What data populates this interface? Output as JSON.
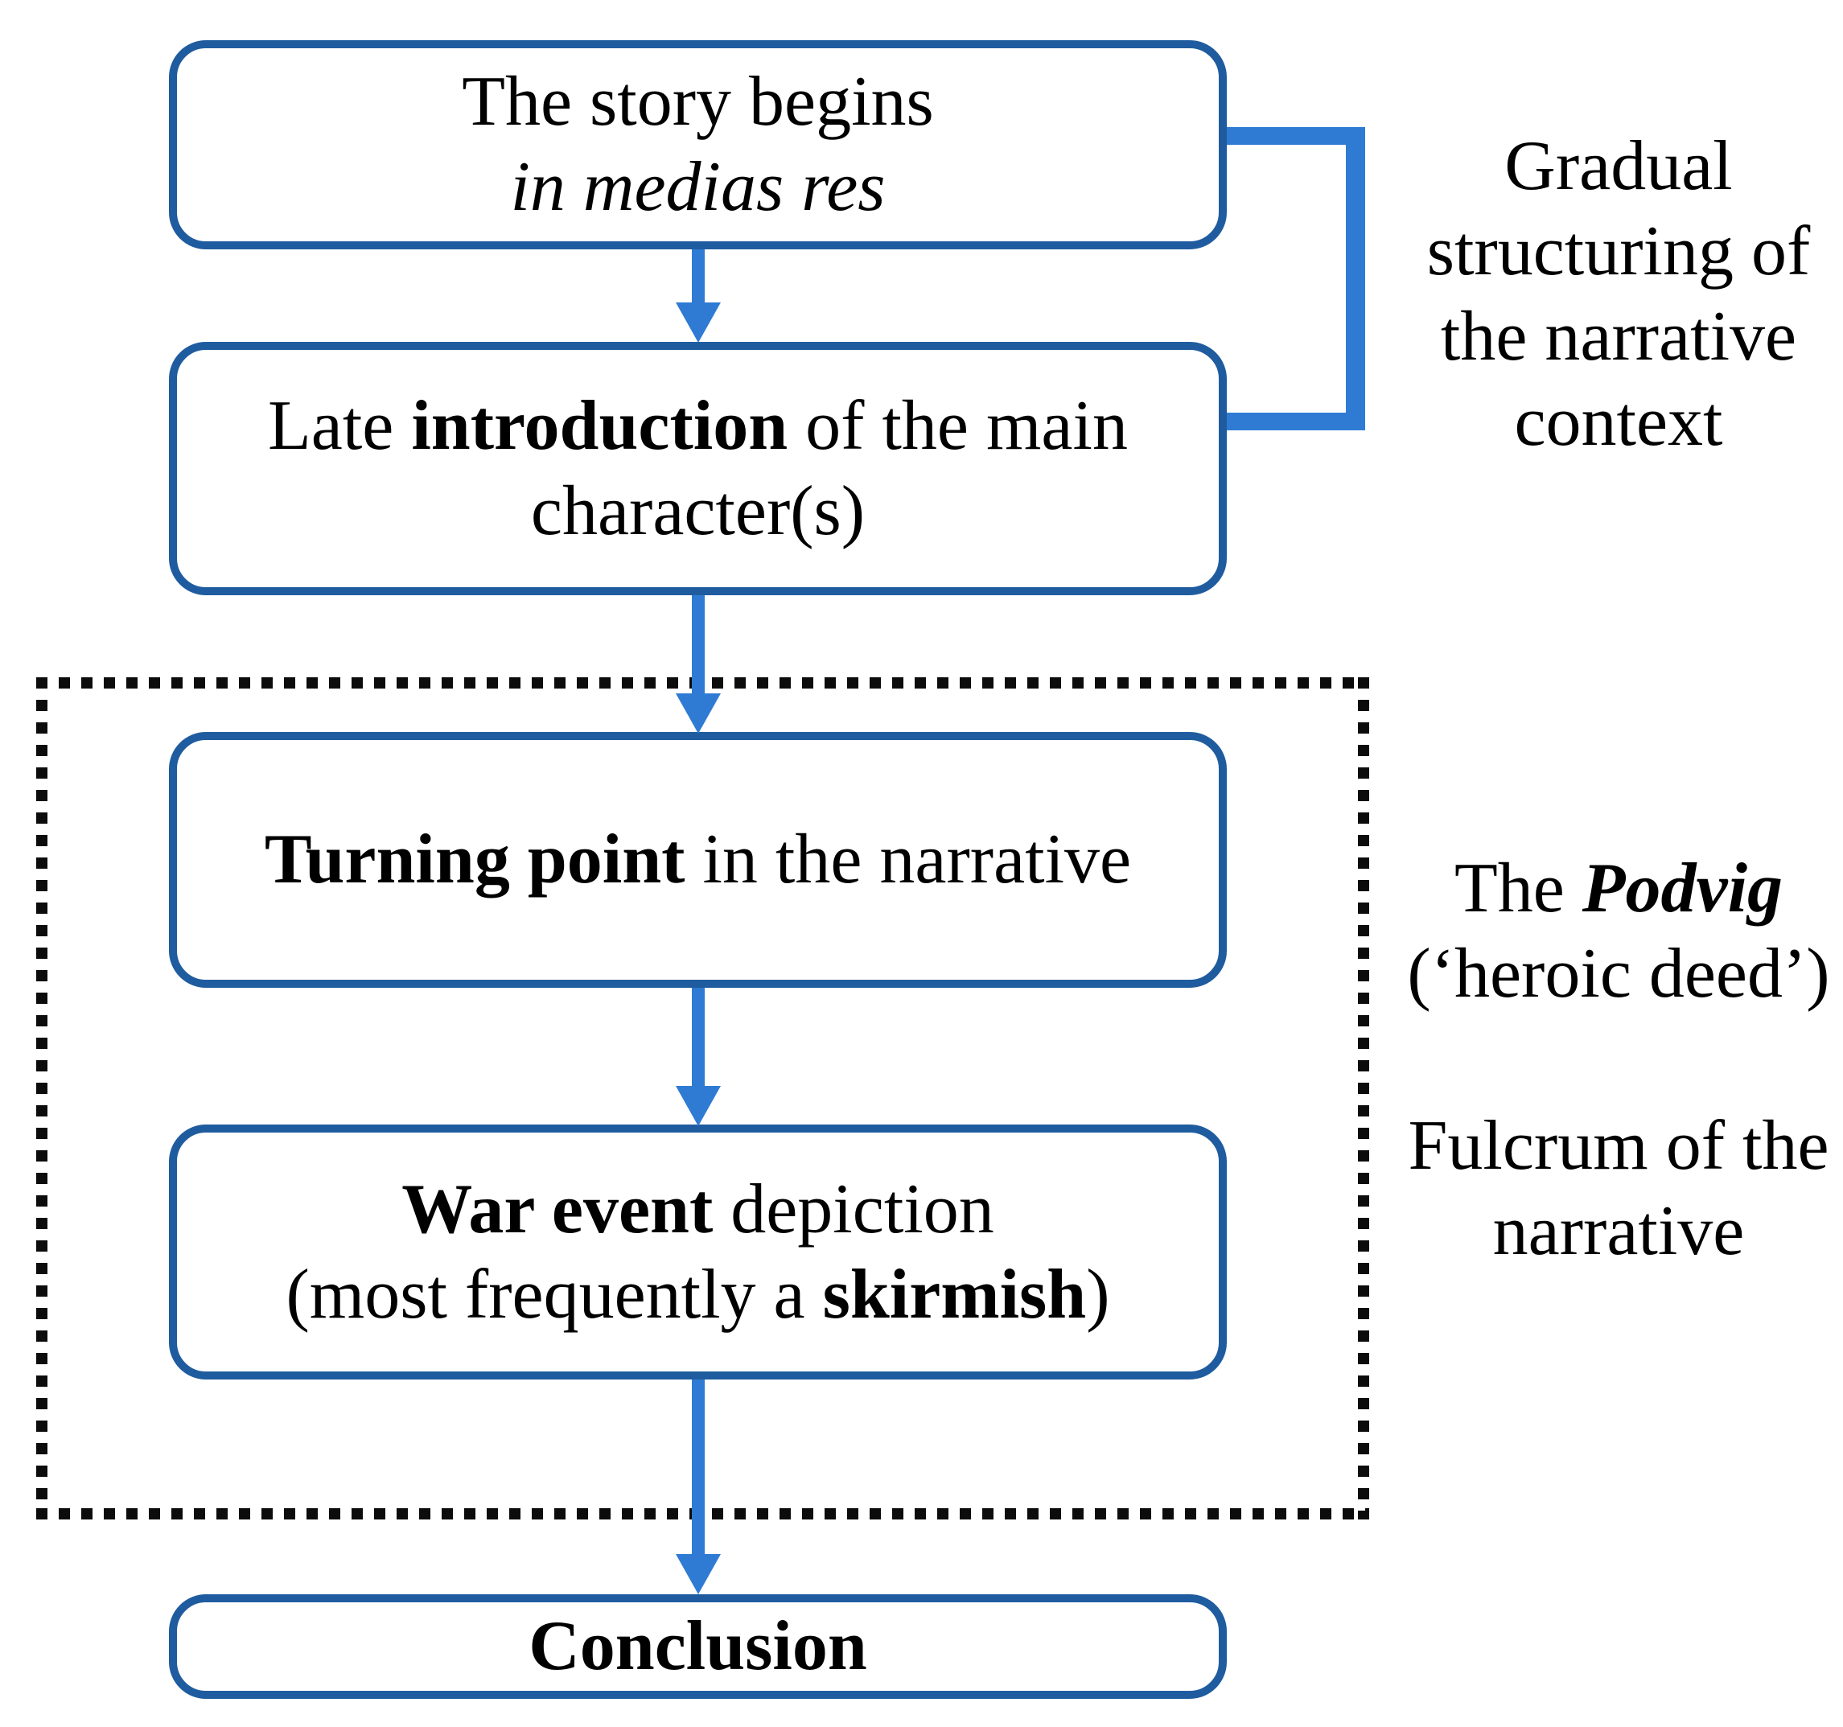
{
  "colors": {
    "box_border_blue": "#1f5c9f",
    "arrow_blue": "#2f7bd4",
    "dotted_black": "#0c0c0c",
    "text_black": "#000000",
    "background": "#ffffff"
  },
  "boxes": {
    "box1": {
      "line1": "The story begins",
      "line2_italic": "in medias res"
    },
    "box2": {
      "l1_pre": "Late ",
      "l1_bold": "introduction",
      "l1_post": " of the main",
      "line2": "character(s)"
    },
    "box3": {
      "l1_bold": "Turning point",
      "l1_post": " in the narrative"
    },
    "box4": {
      "l1_bold": "War event",
      "l1_post": " depiction",
      "l2_pre": "(most frequently a ",
      "l2_bold": "skirmish",
      "l2_post": ")"
    },
    "box5": {
      "label": "Conclusion"
    }
  },
  "annotations": {
    "gradual": {
      "line1": "Gradual",
      "line2": "structuring of",
      "line3": "the narrative",
      "line4": "context"
    },
    "podvig": {
      "l1_pre": "The ",
      "l1_bold_italic": "Podvig",
      "line2": "(‘heroic deed’)"
    },
    "fulcrum": {
      "line1": "Fulcrum of the",
      "line2": "narrative"
    }
  }
}
